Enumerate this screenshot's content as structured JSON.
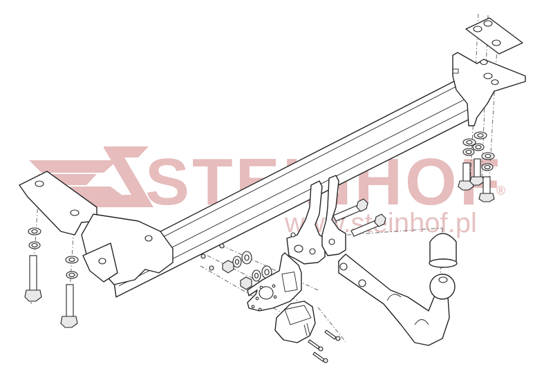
{
  "diagram": {
    "type": "exploded-assembly",
    "subject": "towbar / tow hitch assembly",
    "watermark": {
      "brand": "STEINHOF",
      "registered_mark": "®",
      "url": "www.steinhof.pl",
      "color": "#e3b4b4"
    },
    "line_color": "#222222",
    "background": "#ffffff",
    "components": [
      {
        "id": "crossbar",
        "label": "main crossbar beam"
      },
      {
        "id": "left-bracket",
        "label": "left side mounting bracket"
      },
      {
        "id": "right-bracket",
        "label": "right side mounting bracket"
      },
      {
        "id": "right-top-plate",
        "label": "top clamping plate with 3 holes"
      },
      {
        "id": "left-bolts",
        "label": "left bolts with washers (2)"
      },
      {
        "id": "right-bolts",
        "label": "right bolts with washers (3)"
      },
      {
        "id": "center-mount",
        "label": "center hook mounting plates"
      },
      {
        "id": "hook-bolts",
        "label": "hook bolts (2)"
      },
      {
        "id": "tow-hook",
        "label": "removable tow ball neck"
      },
      {
        "id": "ball-cap",
        "label": "tow ball cap"
      },
      {
        "id": "socket-bracket",
        "label": "electrical socket bracket"
      },
      {
        "id": "socket",
        "label": "trailer electrical socket"
      },
      {
        "id": "nuts-washers",
        "label": "nuts and washers"
      },
      {
        "id": "socket-screws",
        "label": "socket screws (3)"
      }
    ]
  }
}
